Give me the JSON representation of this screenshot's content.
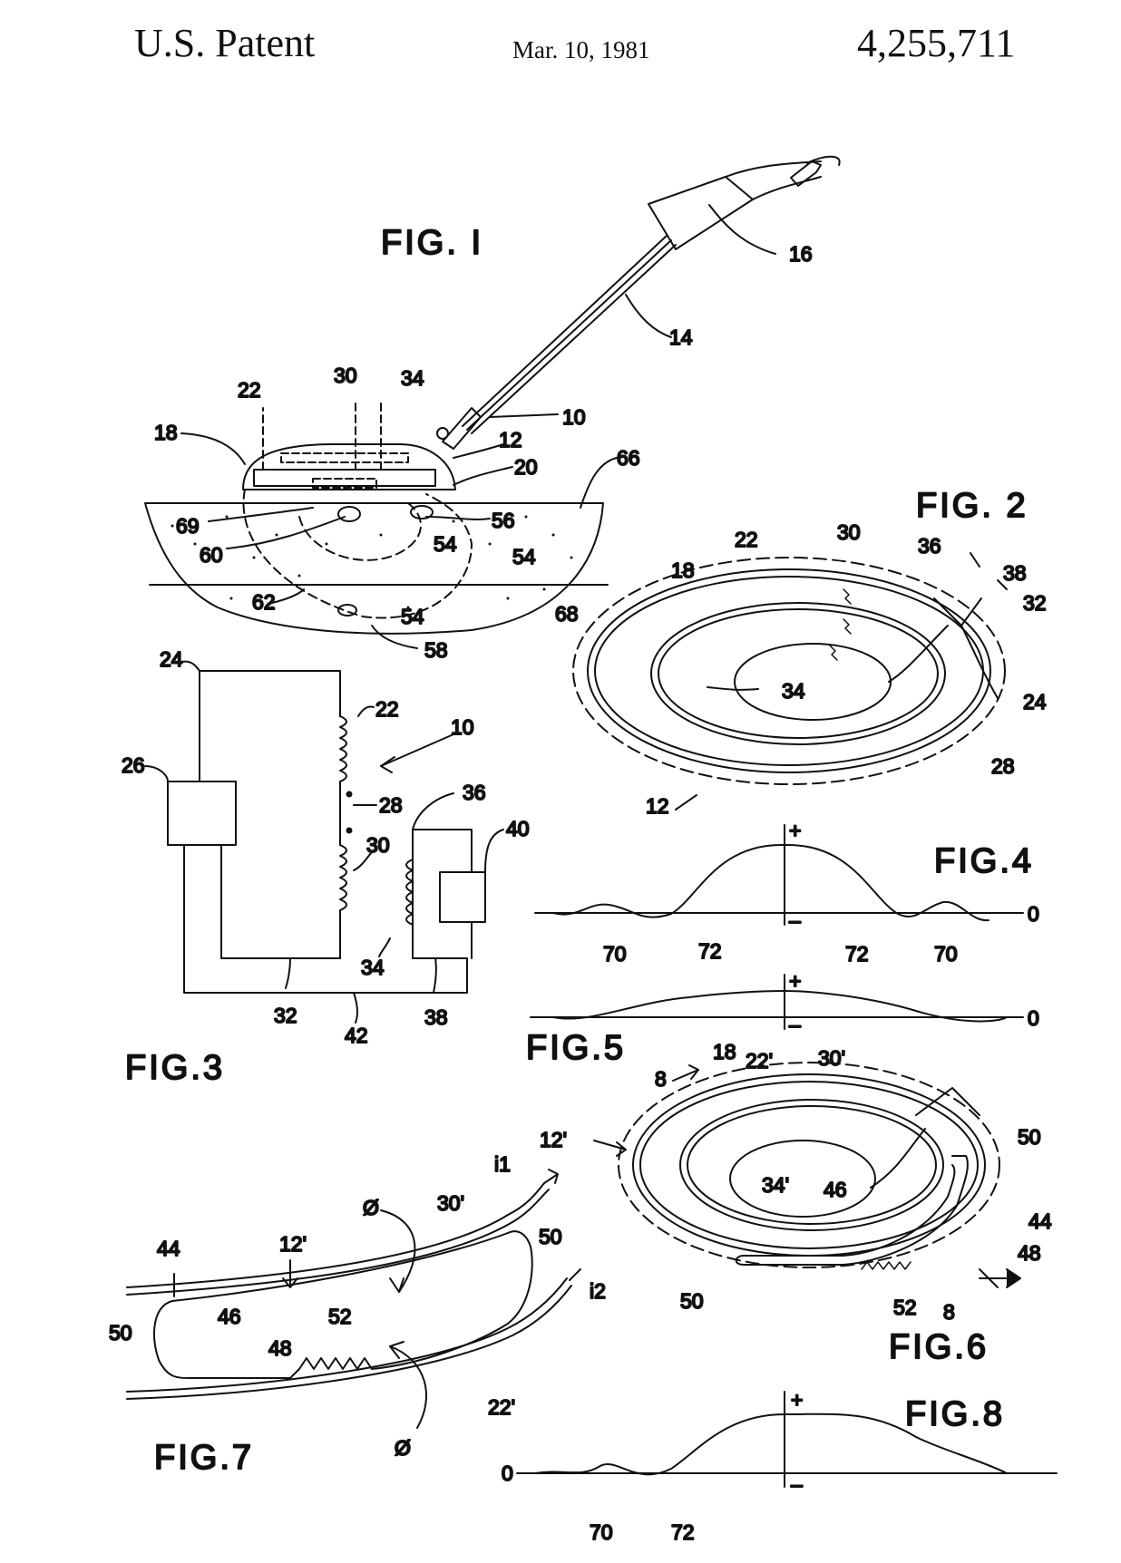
{
  "header": {
    "left": "U.S. Patent",
    "date": "Mar. 10, 1981",
    "number": "4,255,711"
  },
  "figures": {
    "fig1": "FIG. I",
    "fig2": "FIG. 2",
    "fig3": "FIG.3",
    "fig4": "FIG.4",
    "fig5": "FIG.5",
    "fig6": "FIG.6",
    "fig7": "FIG.7",
    "fig8": "FIG.8"
  },
  "fig1_labels": [
    "16",
    "14",
    "10",
    "12",
    "20",
    "66",
    "18",
    "22",
    "30",
    "34",
    "69",
    "60",
    "56",
    "54",
    "54",
    "62",
    "54",
    "58",
    "68"
  ],
  "fig2_labels": [
    "18",
    "22",
    "30",
    "36",
    "38",
    "32",
    "34",
    "24",
    "28",
    "12"
  ],
  "fig3_labels": [
    "24",
    "22",
    "10",
    "26",
    "28",
    "36",
    "40",
    "30",
    "34",
    "32",
    "38",
    "42"
  ],
  "fig4_labels": [
    "+",
    "–",
    "0",
    "70",
    "72",
    "72",
    "70"
  ],
  "fig5_labels": [
    "+",
    "–",
    "0"
  ],
  "fig6_labels": [
    "8",
    "18",
    "22'",
    "30'",
    "12'",
    "34'",
    "46",
    "50",
    "44",
    "48",
    "50",
    "52",
    "8"
  ],
  "fig7_labels": [
    "12'",
    "Ø",
    "30'",
    "i1",
    "44",
    "50",
    "46",
    "48",
    "52",
    "50",
    "i2",
    "22'",
    "Ø"
  ],
  "fig8_labels": [
    "+",
    "–",
    "0",
    "70",
    "72"
  ]
}
